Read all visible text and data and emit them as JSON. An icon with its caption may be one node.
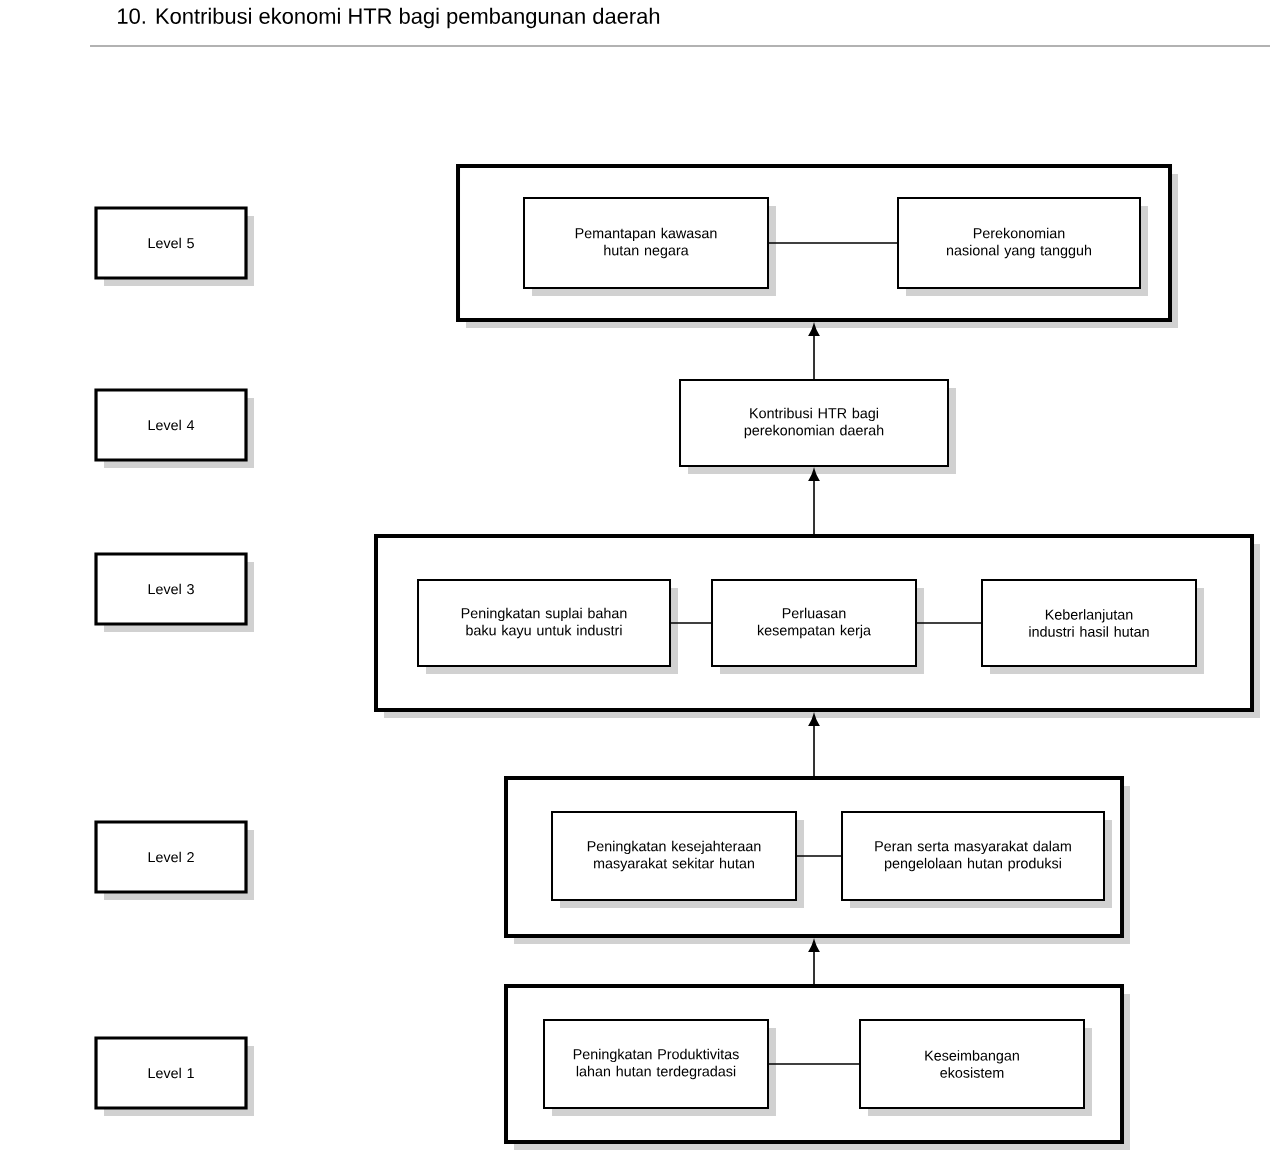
{
  "diagram": {
    "title": "10.    Kontribusi ekonomi HTR bagi pembangunan daerah",
    "nodes": [
      {
        "text": [
          "Level 5"
        ]
      },
      {
        "text": [],
        "shape": "box"
      },
      {
        "text": [
          "Pemantapan kawasan hutan negara"
        ],
        "in": 1
      },
      {
        "text": [
          "Perekonomian nasional yang tangguh"
        ],
        "in": 1
      },
      {
        "text": [
          "Level 4"
        ]
      },
      {
        "text": [
          "Kontribusi HTR bagi perekonomian daerah"
        ]
      },
      {
        "text": [
          "Level 3"
        ]
      },
      {
        "text": [],
        "shape": "box"
      },
      {
        "text": [
          "Peningkatan suplai bahan baku kayu untuk industri"
        ],
        "in": 7
      },
      {
        "text": [
          "Perluasan kesempatan kerja"
        ],
        "in": 7
      },
      {
        "text": [
          "Keberlanjutan industri hasil hutan"
        ],
        "in": 7
      },
      {
        "text": [
          "Level 2"
        ]
      },
      {
        "text": [],
        "shape": "box"
      },
      {
        "text": [
          "Peningkatan kesejahteraan masyarakat sekitar hutan"
        ],
        "in": 12
      },
      {
        "text": [
          "Peran serta masyarakat dalam pengelolaan hutan produksi"
        ],
        "in": 12
      },
      {
        "text": [
          "Level 1"
        ]
      },
      {
        "text": [],
        "shape": "box"
      },
      {
        "text": [
          "Peningkatan Produktivitas lahan hutan terdegradasi"
        ],
        "in": 16
      },
      {
        "text": [
          "Keseimbangan ekosistem"
        ],
        "in": 16
      }
    ],
    "edges": [
      {
        "from": 2,
        "to": 3,
        "arrow": "none"
      },
      {
        "from": 5,
        "to": 1,
        "arrow": "to"
      },
      {
        "from": 7,
        "to": 5,
        "arrow": "to"
      },
      {
        "from": 8,
        "to": 9,
        "arrow": "none"
      },
      {
        "from": 9,
        "to": 10,
        "arrow": "none"
      },
      {
        "from": 12,
        "to": 7,
        "arrow": "to"
      },
      {
        "from": 13,
        "to": 14,
        "arrow": "none"
      },
      {
        "from": 16,
        "to": 12,
        "arrow": "to"
      },
      {
        "from": 17,
        "to": 18,
        "arrow": "none"
      }
    ]
  }
}
